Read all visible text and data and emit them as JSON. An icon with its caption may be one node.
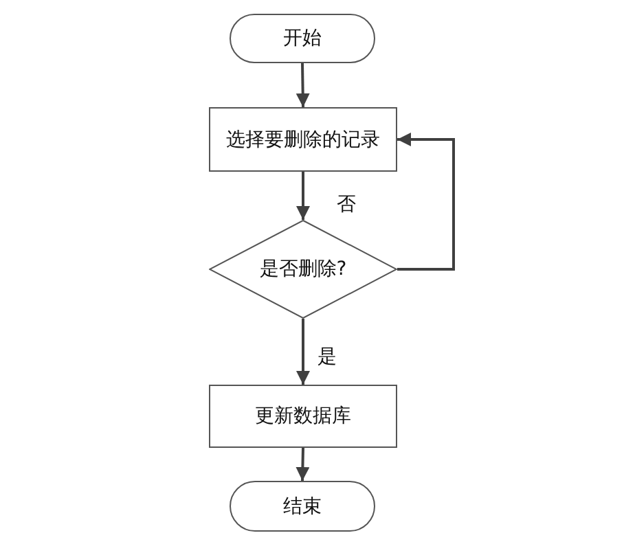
{
  "diagram": {
    "nodes": [
      {
        "text": [
          "开始"
        ]
      },
      {
        "text": [
          "选择要删除的记录"
        ]
      },
      {
        "text": [
          "是否删除?"
        ]
      },
      {
        "text": [
          "更新数据库"
        ]
      },
      {
        "text": [
          "结束"
        ]
      }
    ],
    "edges": [
      {
        "from": 0,
        "to": 1,
        "arrow": "to"
      },
      {
        "from": 1,
        "to": 2,
        "arrow": "to",
        "label": "否"
      },
      {
        "from": 2,
        "to": 1,
        "arrow": "to"
      },
      {
        "from": 2,
        "to": 3,
        "arrow": "to",
        "label": "是"
      },
      {
        "from": 3,
        "to": 4,
        "arrow": "to"
      }
    ]
  }
}
